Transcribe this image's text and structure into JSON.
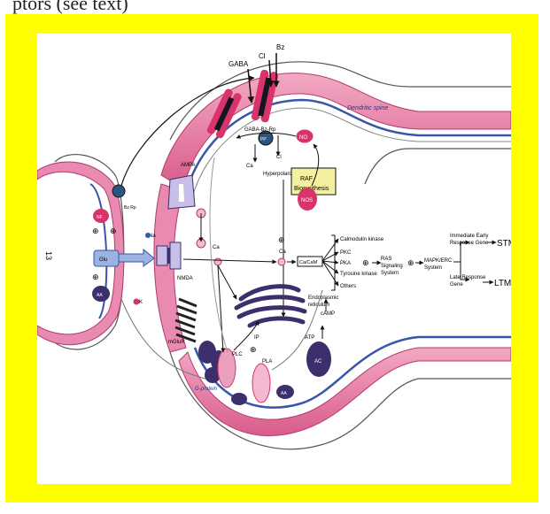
{
  "caption": "ptors (see text)",
  "colors": {
    "frame": "#ffff00",
    "membrane": "#e36a9a",
    "receptor": "#d9336b",
    "protein": "#3d2f6b",
    "dark": "#111111"
  },
  "labels": {
    "side_number": "13",
    "gaba": "GABA",
    "cl_top": "Cl",
    "bz": "Bz",
    "gaba_bz_rp": "GABA-Bz-Rp",
    "ca_in": "Ca",
    "cl_in": "Cl",
    "hyperpolarization": "Hyperpolarization",
    "raf1": "RAF",
    "raf2": "Biosynthesis",
    "dendritic_spine": "Dendritic spine",
    "no": "NO",
    "nos": "NOS",
    "ampa": "AMPA",
    "nmda": "NMDA",
    "na": "Na",
    "k": "K",
    "ca2_a": "Ca",
    "ca2_b": "Ca",
    "ca_cam": "Ca/CaM",
    "cam_kinase": "Calmodulin kinase",
    "pkc": "PKC",
    "pka": "PKA",
    "tyrosine": "Tyrosine kinase",
    "others": "Others",
    "ras1": "RAS",
    "ras2": "Signaling",
    "ras3": "System",
    "mapk1": "MAPK/ERC",
    "mapk2": "System",
    "ieg1": "Immediate Early",
    "ieg2": "Response Gene",
    "lrg1": "Late Response",
    "lrg2": "Gene",
    "stm": "STM",
    "ltm": "LTM",
    "er1": "Endoplasmic",
    "er2": "reticulum",
    "camp": "cAMP",
    "atp": "ATP",
    "ip3": "IP",
    "plc": "PLC",
    "pla2": "PLA",
    "mglur": "mGluR",
    "gprotein": "G-protein",
    "aa": "AA",
    "ac": "AC",
    "glu": "Glu",
    "pp": "PP",
    "nf": "NF",
    "bz_rp": "Bz Rp",
    "plus": "⊕"
  }
}
